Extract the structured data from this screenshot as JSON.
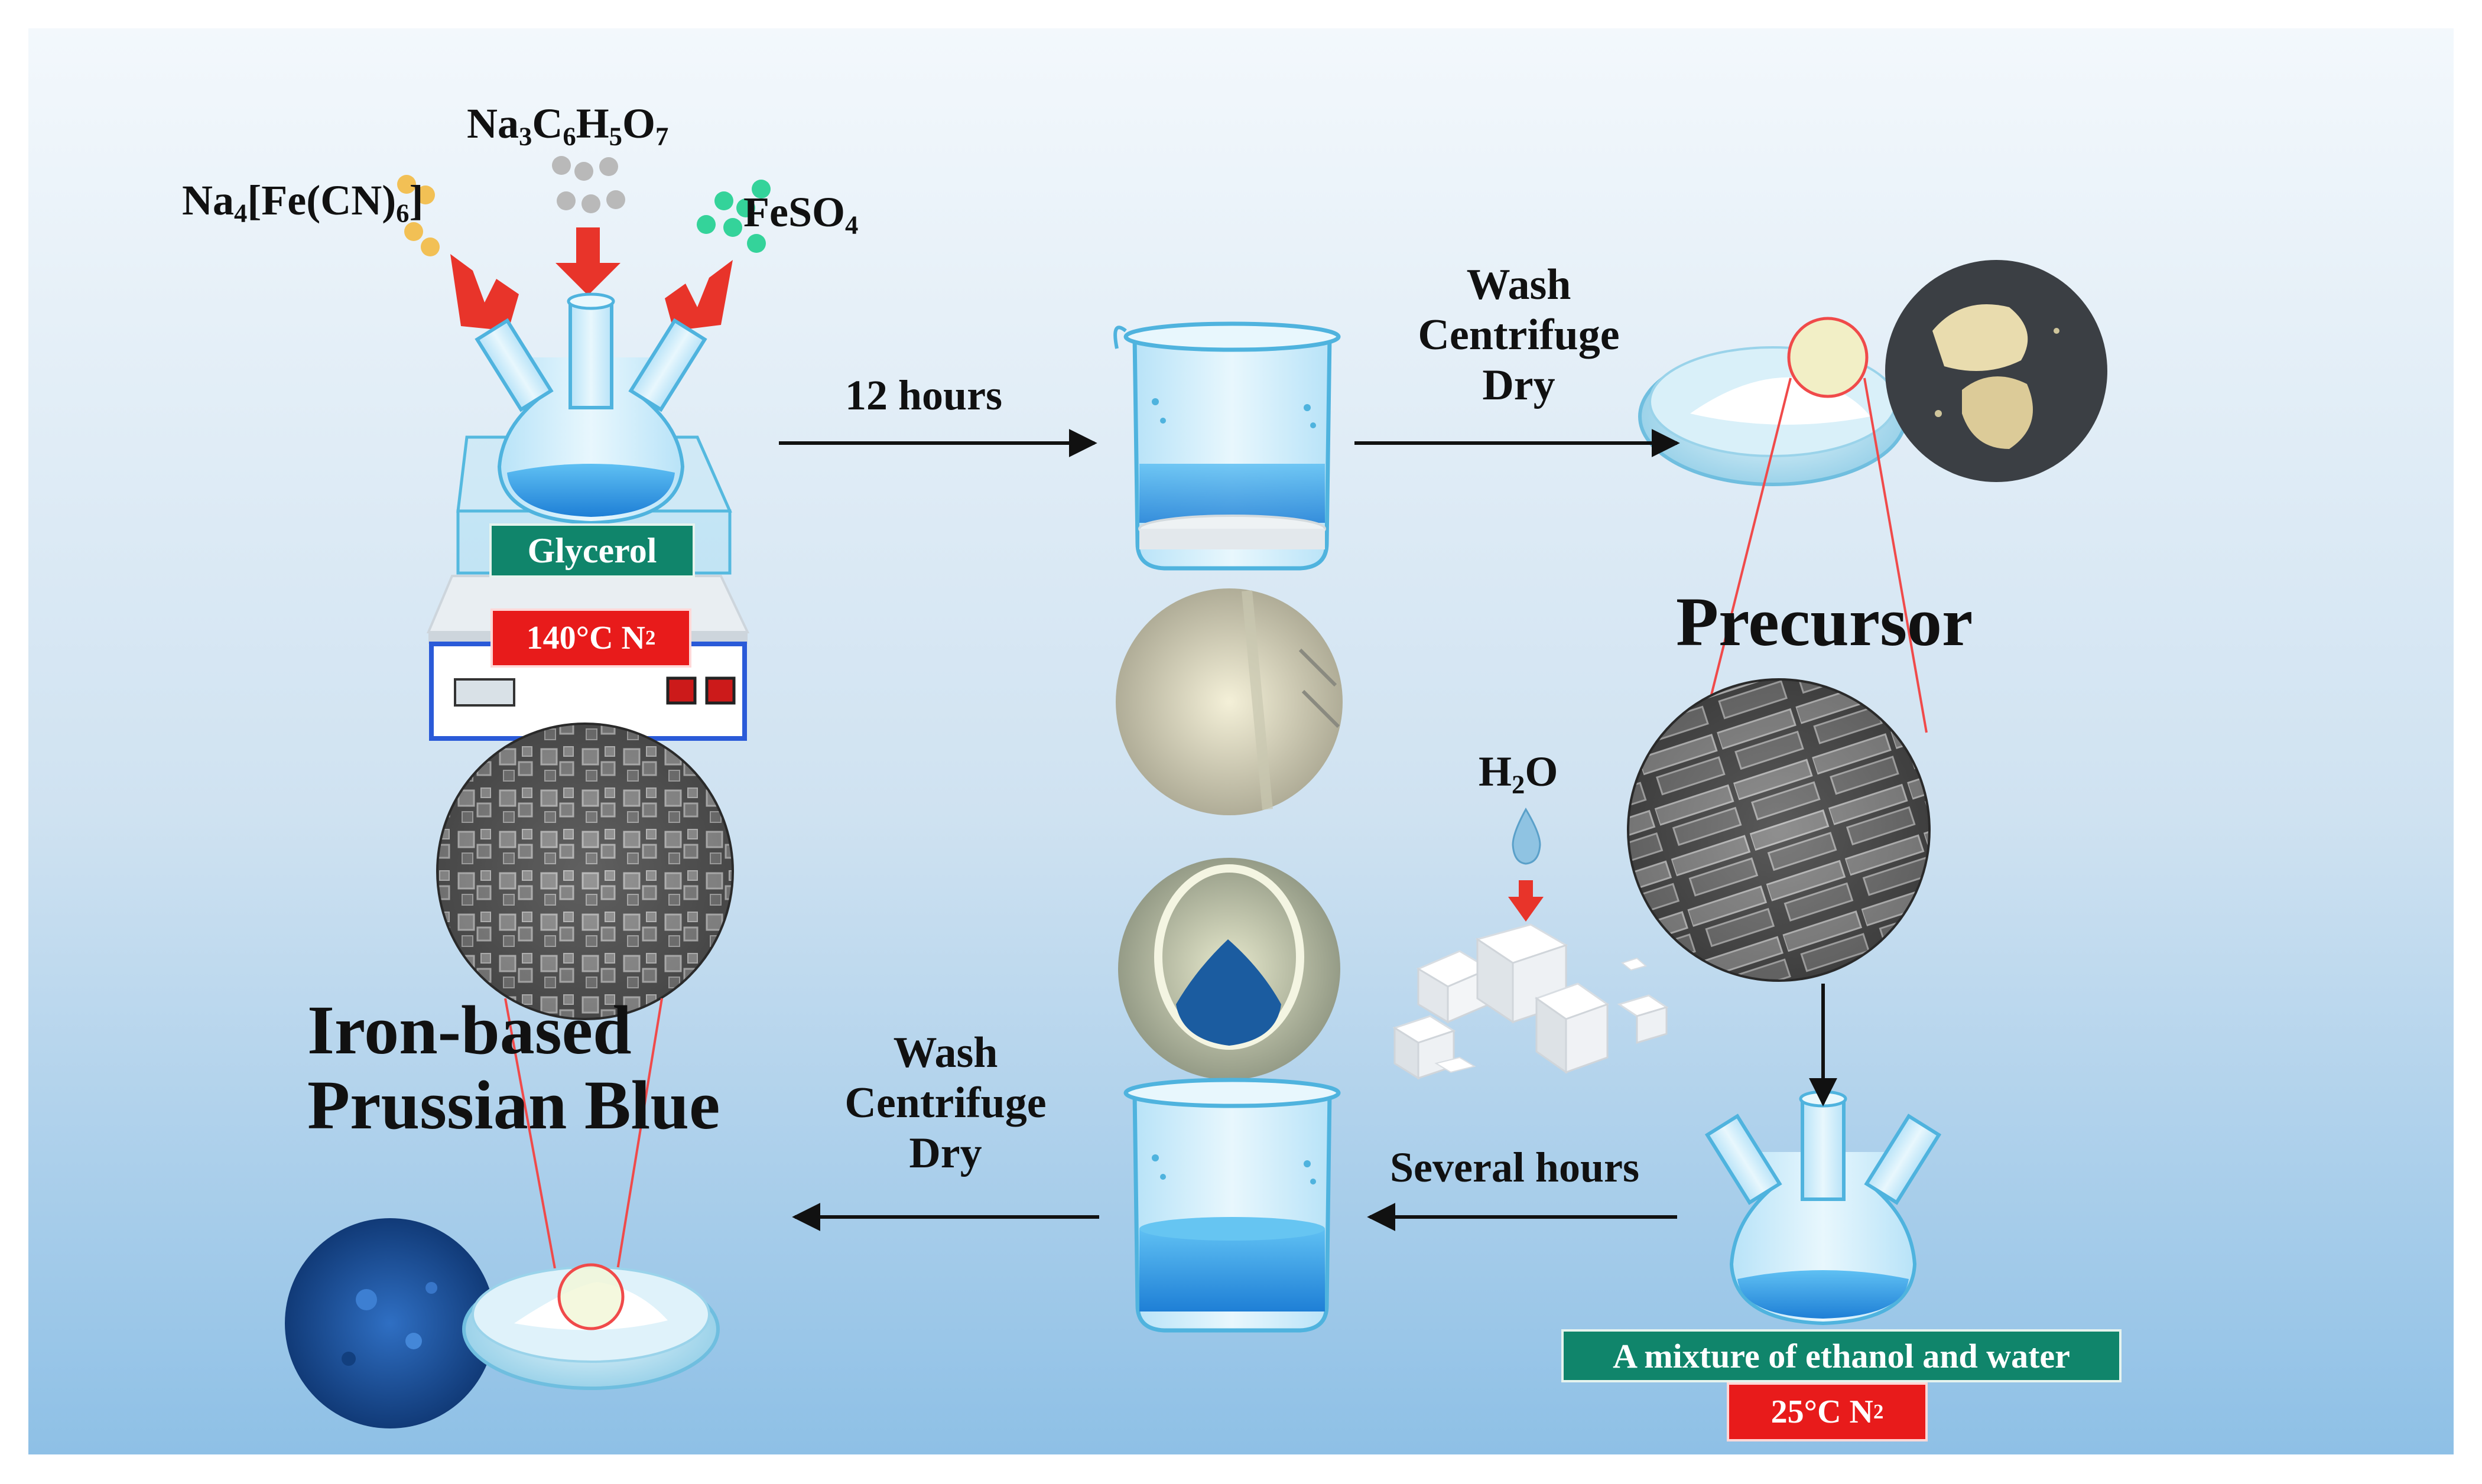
{
  "reagents": {
    "r1": {
      "base": "Na",
      "s1": "4",
      "mid": "[Fe(CN)",
      "s2": "6",
      "tail": "]"
    },
    "r2": {
      "base": "Na",
      "s1": "3",
      "a": "C",
      "s2": "6",
      "b": "H",
      "s3": "5",
      "c": "O",
      "s4": "7"
    },
    "r3": {
      "base": "FeSO",
      "s1": "4"
    }
  },
  "synthesis": {
    "solvent_label": "Glycerol",
    "condition": {
      "text": "140°C  N",
      "sub": "2"
    },
    "time_label": "12 hours"
  },
  "workup_top": {
    "line1": "Wash",
    "line2": "Centrifuge",
    "line3": "Dry"
  },
  "precursor_label": "Precursor",
  "water": {
    "base": "H",
    "sub": "2",
    "tail": "O"
  },
  "conversion": {
    "time_label": "Several hours",
    "solvent_label": "A mixture of ethanol and water",
    "condition": {
      "text": "25°C  N",
      "sub": "2"
    }
  },
  "workup_bottom": {
    "line1": "Wash",
    "line2": "Centrifuge",
    "line3": "Dry"
  },
  "product": {
    "line1": "Iron-based",
    "line2": "Prussian Blue"
  },
  "colors": {
    "arrow_red": "#e8342a",
    "tag_green": "#10856b",
    "tag_red": "#e81b1b",
    "liquid_blue": "#2a9be8",
    "prussian_blue": "#1a4fa0",
    "precursor_beige": "#e9dcae"
  }
}
